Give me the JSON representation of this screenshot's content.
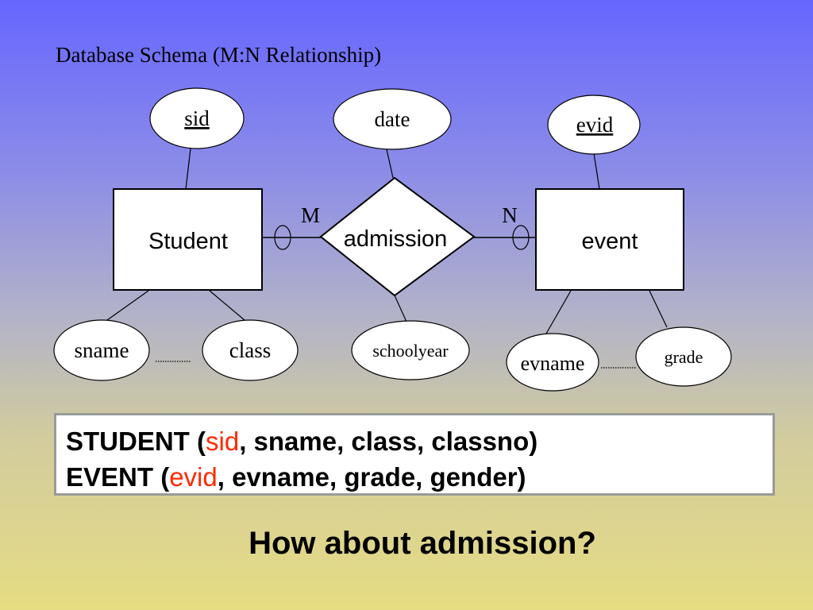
{
  "slide": {
    "title": "Database Schema (M:N Relationship)",
    "question": "How about admission?"
  },
  "diagram": {
    "entities": [
      {
        "name": "Student"
      },
      {
        "name": "event"
      }
    ],
    "relationship": {
      "name": "admission"
    },
    "cardinality": {
      "left": "M",
      "right": "N"
    },
    "attributes": {
      "student_key": "sid",
      "student_other": [
        "sname",
        "class"
      ],
      "relationship": [
        "date",
        "schoolyear"
      ],
      "event_key": "evid",
      "event_other": [
        "evname",
        "grade"
      ]
    }
  },
  "schema": {
    "student": {
      "prefix": "STUDENT (",
      "key": "sid",
      "rest": ", sname, class, classno)"
    },
    "event": {
      "prefix": "EVENT (",
      "key": "evid",
      "rest": ", evname, grade, gender)"
    }
  },
  "colors": {
    "key_attribute": "#ff2a00",
    "background_top": "#6666ff",
    "background_bottom": "#e6dc82"
  }
}
